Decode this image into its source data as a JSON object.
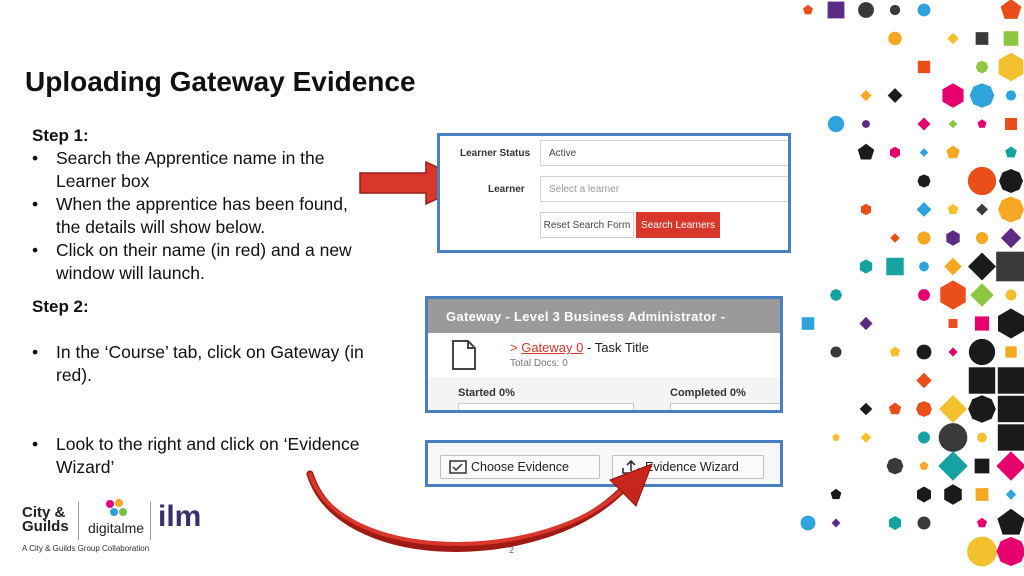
{
  "title": "Uploading Gateway Evidence",
  "step1": {
    "heading": "Step 1:",
    "bullets": [
      "Search the Apprentice name in the Learner box",
      "When the apprentice has been found, the details will show below.",
      "Click on their name (in red) and a new window will launch."
    ]
  },
  "step2": {
    "heading": "Step 2:",
    "bullets": [
      "In the ‘Course’ tab, click on Gateway (in red).",
      "Look to the right and click on ‘Evidence Wizard’"
    ]
  },
  "search_form": {
    "learner_status_label": "Learner Status",
    "learner_status_value": "Active",
    "learner_label": "Learner",
    "learner_placeholder": "Select a learner",
    "reset_button": "Reset Search Form",
    "search_button": "Search Learners"
  },
  "gateway_panel": {
    "header": "Gateway - Level 3 Business Administrator -",
    "link_prefix": ">",
    "link_text": "Gateway 0",
    "task_title": "- Task Title",
    "total_docs": "Total Docs: 0",
    "started": "Started 0%",
    "completed": "Completed 0%"
  },
  "evidence_buttons": {
    "choose": "Choose Evidence",
    "wizard": "Evidence Wizard"
  },
  "footer": {
    "logo_city": "City &",
    "logo_guilds": "Guilds",
    "logo_digitalme": "digitalme",
    "logo_ilm": "ilm",
    "tagline": "A City & Guilds Group Collaboration",
    "page_number": "2"
  },
  "colors": {
    "frame_border": "#4a7fc1",
    "red_accent": "#d9372b",
    "arrow_red": "#c8261c"
  }
}
